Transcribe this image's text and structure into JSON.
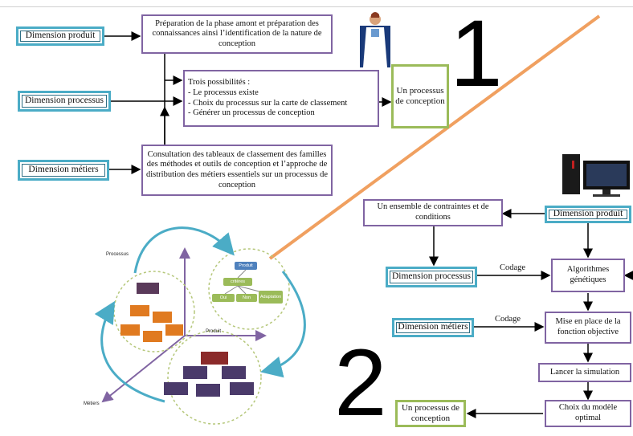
{
  "step1": {
    "number": "1",
    "dim_produit": "Dimension produit",
    "dim_processus": "Dimension processus",
    "dim_metiers": "Dimension métiers",
    "prep_box": "Préparation de la phase amont et préparation des connaissances  ainsi l’identification de la nature de conception",
    "trois_title": "Trois possibilités :",
    "trois_items": [
      "- Le processus  existe",
      "- Choix du processus  sur la carte  de classement",
      "- Générer  un processus  de conception"
    ],
    "consult_box": "Consultation des tableaux de classement des familles des méthodes  et outils de conception et l’approche de distribution des métiers essentiels sur un processus  de conception",
    "result": "Un processus de conception"
  },
  "step2": {
    "number": "2",
    "dim_produit": "Dimension produit",
    "dim_processus": "Dimension processus",
    "dim_metiers": "Dimension métiers",
    "contraintes": "Un ensemble de contraintes  et de conditions",
    "codage1": "Codage",
    "codage2": "Codage",
    "algo": "Algorithmes génétiques",
    "fonction": "Mise en place de la fonction objective",
    "simulation": "Lancer la simulation",
    "choix": "Choix du modèle optimal",
    "result": "Un processus de conception"
  },
  "cube": {
    "axis_processus": "Processus",
    "axis_produit": "Produit",
    "axis_metiers": "Métiers",
    "node_produit": "Produit",
    "node_criteres": "critères",
    "node_oui": "Oui",
    "node_non": "Non",
    "node_adaptation": "Adaptation"
  },
  "colors": {
    "dimension_border": "#4bacc6",
    "text_box_border": "#8064a2",
    "result_border": "#9bbb59",
    "divider": "#f0a060",
    "cycle_arrows": "#4bacc6"
  }
}
